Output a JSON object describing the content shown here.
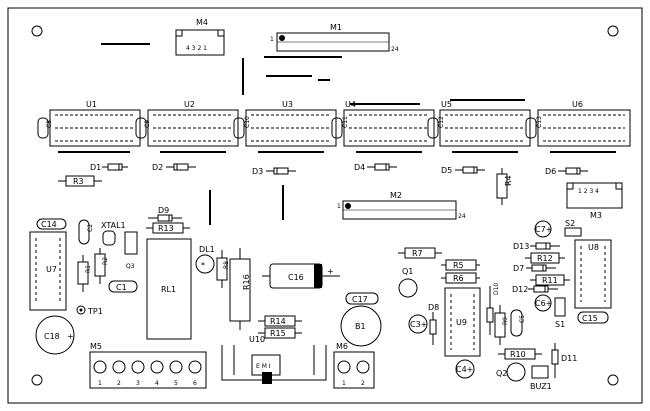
{
  "labels": {
    "M4": "M4",
    "M4_pins": "4 3 2 1",
    "M1": "M1",
    "M1_pin1": "1",
    "M1_pin24": "24",
    "U1": "U1",
    "U2": "U2",
    "U3": "U3",
    "U4": "U4",
    "U5": "U5",
    "U6": "U6",
    "C8": "C8",
    "C9": "C9",
    "C10": "C10",
    "C11": "C11",
    "C12": "C12",
    "C13": "C13",
    "D1": "D1",
    "D2": "D2",
    "D3": "D3",
    "D4": "D4",
    "D5": "D5",
    "D6": "D6",
    "R3": "R3",
    "R4": "R4",
    "M2": "M2",
    "M2_pin1": "1",
    "M2_pin24": "24",
    "M3": "M3",
    "M3_pins": "1 2 3 4",
    "C14": "C14",
    "U7": "U7",
    "C2": "C2",
    "XTAL1": "XTAL1",
    "R1": "R1",
    "R2": "R2",
    "Q3": "Q3",
    "C1": "C1",
    "TP1": "TP1",
    "C18": "C18",
    "D9": "D9",
    "R13": "R13",
    "RL1": "RL1",
    "DL1": "DL1",
    "R8": "R8",
    "R16": "R16",
    "C16": "C16",
    "R7": "R7",
    "R5": "R5",
    "R6": "R6",
    "Q1": "Q1",
    "C17": "C17",
    "B1": "B1",
    "R14": "R14",
    "R15": "R15",
    "U10": "U10",
    "U10_pins": "E M I",
    "M5": "M5",
    "M5_pins": [
      "1",
      "2",
      "3",
      "4",
      "5",
      "6"
    ],
    "M6": "M6",
    "M6_pins": [
      "1",
      "2"
    ],
    "C3": "C3+",
    "D8": "D8",
    "U9": "U9",
    "D10": "D10",
    "R9": "R9",
    "C5": "C5",
    "R10": "R10",
    "C4": "C4+",
    "Q2": "Q2",
    "BUZ1": "BUZ1",
    "D11": "D11",
    "S2": "S2",
    "C7": "C7+",
    "D13": "D13",
    "R12": "R12",
    "D7": "D7",
    "R11": "R11",
    "D12": "D12",
    "C6": "C6+",
    "S1": "S1",
    "U8": "U8",
    "C15": "C15"
  }
}
